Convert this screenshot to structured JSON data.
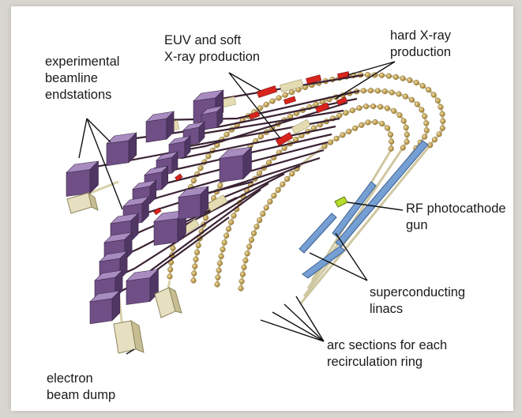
{
  "labels": {
    "endstations": "experimental\nbeamline\nendstations",
    "euv": "EUV and soft\nX-ray production",
    "hard_xray": "hard X-ray\nproduction",
    "rf_gun": "RF photocathode\ngun",
    "linacs": "superconducting\nlinacs",
    "arcs": "arc sections for each\nrecirculation ring",
    "dump": "electron\nbeam dump"
  },
  "colors": {
    "endstation": "#7a5a8e",
    "beamline": "#3a2233",
    "undulator": "#d8241c",
    "transport": "#d8d1a8",
    "arc_bead": "#b89a4e",
    "linac": "#6f9bd1",
    "gun": "#b6dc2a",
    "pointer": "#111111"
  }
}
